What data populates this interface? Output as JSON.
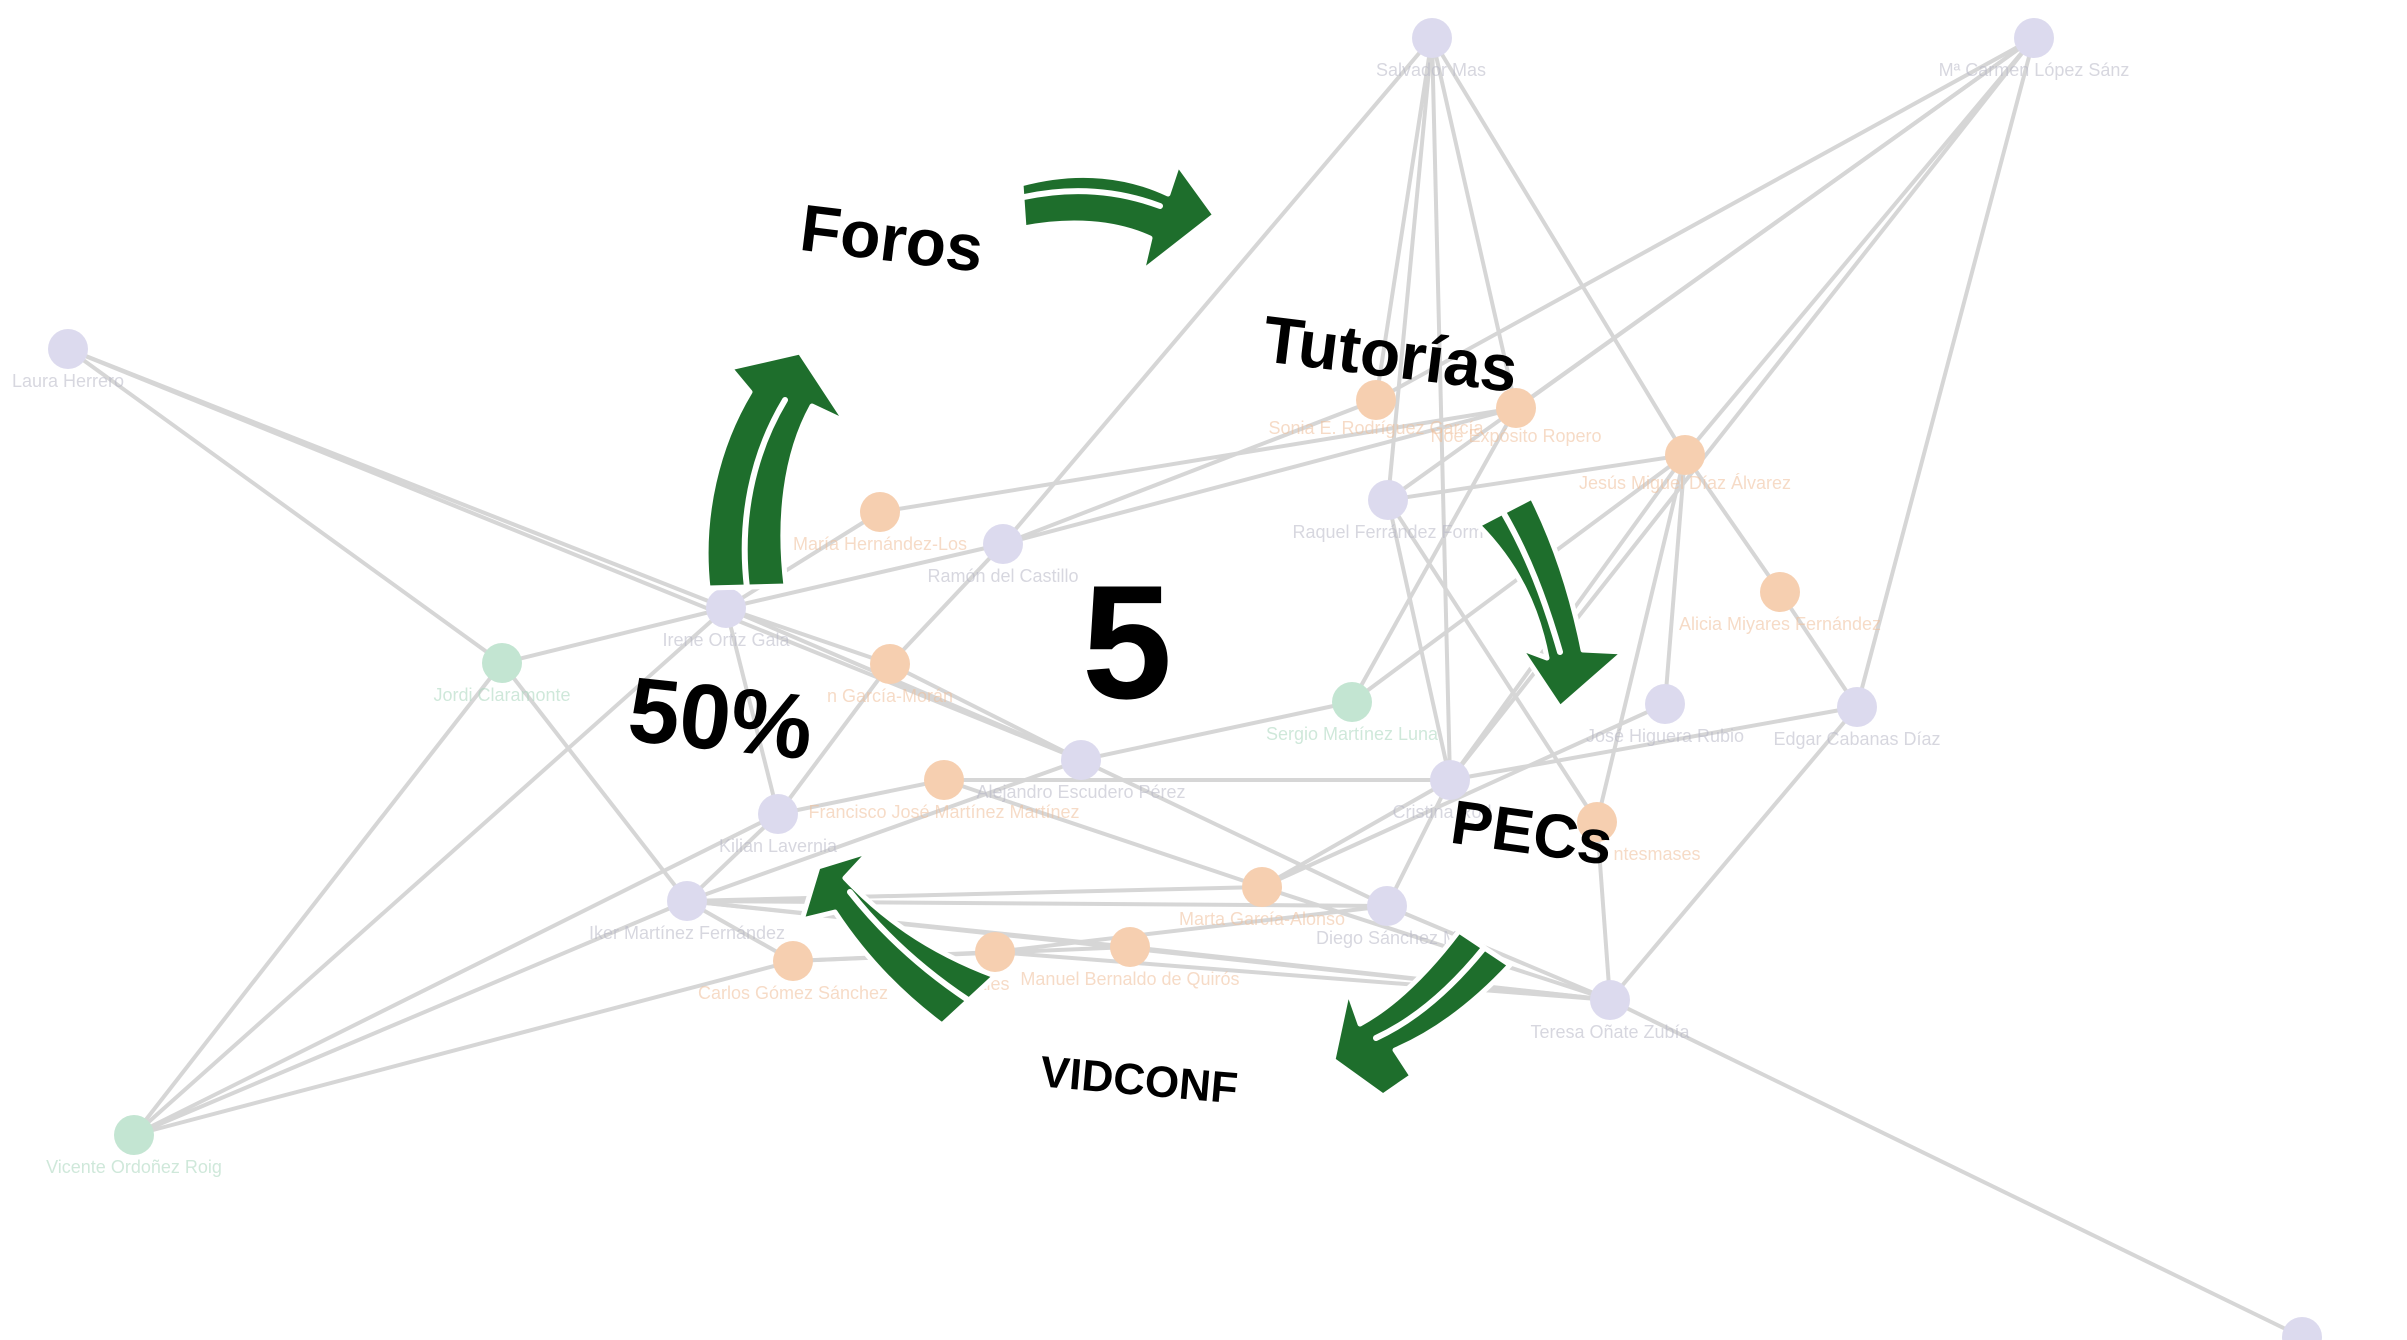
{
  "colors": {
    "edge": "#d6d6d6",
    "arrow_fill": "#1e6e2c",
    "arrow_stroke": "#ffffff",
    "node_groups": {
      "lavender": "#dcdaee",
      "orange": "#f6cfb0",
      "green": "#c3e5d2"
    },
    "label_groups": {
      "lavender": "#b7b7c6",
      "orange": "#f0bf9a",
      "green": "#a9d6bd"
    }
  },
  "network": {
    "nodes": [
      {
        "id": "salvador",
        "label": "Salvador Mas",
        "group": "lavender"
      },
      {
        "id": "mcarmen",
        "label": "Mª Carmen López Sánz",
        "group": "lavender"
      },
      {
        "id": "laura",
        "label": "Laura Herrero",
        "group": "lavender"
      },
      {
        "id": "sonia",
        "label": "Sonia E. Rodríguez García",
        "group": "orange"
      },
      {
        "id": "noe",
        "label": "Noé Expósito Ropero",
        "group": "orange"
      },
      {
        "id": "jesus",
        "label": "Jesús Miguel Díaz Álvarez",
        "group": "orange"
      },
      {
        "id": "raquel",
        "label": "Raquel Ferrández Form",
        "group": "lavender"
      },
      {
        "id": "maria",
        "label": "María Hernández-Los",
        "group": "orange"
      },
      {
        "id": "ramon",
        "label": "Ramón del Castillo",
        "group": "lavender"
      },
      {
        "id": "alicia",
        "label": "Alicia Miyares Fernández",
        "group": "orange"
      },
      {
        "id": "irene",
        "label": "Irene Ortiz Gala",
        "group": "lavender"
      },
      {
        "id": "jordi",
        "label": "Jordi Claramonte",
        "group": "green"
      },
      {
        "id": "garciamoran",
        "label": "n García-Morán",
        "group": "orange"
      },
      {
        "id": "sergio",
        "label": "Sergio Martínez Luna",
        "group": "green"
      },
      {
        "id": "josehiguera",
        "label": "José Higuera Rubio",
        "group": "lavender"
      },
      {
        "id": "edgar",
        "label": "Edgar Cabanas Díaz",
        "group": "lavender"
      },
      {
        "id": "alejandro",
        "label": "Alejandro Escudero Pérez",
        "group": "lavender"
      },
      {
        "id": "francisco",
        "label": "Francisco José Martínez Martínez",
        "group": "orange"
      },
      {
        "id": "cristina",
        "label": "Cristina Rod",
        "group": "lavender"
      },
      {
        "id": "fuentesmases",
        "label": "ntesmases",
        "group": "orange"
      },
      {
        "id": "kilian",
        "label": "Kilian Lavernia",
        "group": "lavender"
      },
      {
        "id": "iker",
        "label": "Iker Martínez Fernández",
        "group": "lavender"
      },
      {
        "id": "marta",
        "label": "Marta García-Alonso",
        "group": "orange"
      },
      {
        "id": "diego",
        "label": "Diego Sánchez M",
        "group": "lavender"
      },
      {
        "id": "carlos",
        "label": "Carlos Gómez Sánchez",
        "group": "orange"
      },
      {
        "id": "morales",
        "label": "go Morales",
        "group": "orange"
      },
      {
        "id": "bernaldo",
        "label": "Manuel Bernaldo de Quirós",
        "group": "orange"
      },
      {
        "id": "teresa",
        "label": "Teresa Oñate Zubía",
        "group": "lavender"
      },
      {
        "id": "vicente",
        "label": "Vicente Ordoñez Roig",
        "group": "green"
      },
      {
        "id": "bottomright",
        "label": "",
        "group": "lavender"
      }
    ],
    "edges": [
      [
        "salvador",
        "ramon"
      ],
      [
        "salvador",
        "sonia"
      ],
      [
        "salvador",
        "raquel"
      ],
      [
        "salvador",
        "noe"
      ],
      [
        "salvador",
        "jesus"
      ],
      [
        "salvador",
        "cristina"
      ],
      [
        "mcarmen",
        "noe"
      ],
      [
        "mcarmen",
        "sonia"
      ],
      [
        "mcarmen",
        "jesus"
      ],
      [
        "mcarmen",
        "edgar"
      ],
      [
        "mcarmen",
        "cristina"
      ],
      [
        "mcarmen",
        "raquel"
      ],
      [
        "laura",
        "irene"
      ],
      [
        "laura",
        "jordi"
      ],
      [
        "laura",
        "alejandro"
      ],
      [
        "irene",
        "ramon"
      ],
      [
        "irene",
        "maria"
      ],
      [
        "irene",
        "garciamoran"
      ],
      [
        "irene",
        "kilian"
      ],
      [
        "irene",
        "alejandro"
      ],
      [
        "ramon",
        "garciamoran"
      ],
      [
        "ramon",
        "noe"
      ],
      [
        "ramon",
        "sonia"
      ],
      [
        "maria",
        "noe"
      ],
      [
        "jordi",
        "irene"
      ],
      [
        "jordi",
        "iker"
      ],
      [
        "garciamoran",
        "alejandro"
      ],
      [
        "garciamoran",
        "kilian"
      ],
      [
        "alejandro",
        "sergio"
      ],
      [
        "alejandro",
        "diego"
      ],
      [
        "alejandro",
        "iker"
      ],
      [
        "sergio",
        "jesus"
      ],
      [
        "sergio",
        "noe"
      ],
      [
        "jesus",
        "cristina"
      ],
      [
        "jesus",
        "alicia"
      ],
      [
        "jesus",
        "fuentesmases"
      ],
      [
        "jesus",
        "raquel"
      ],
      [
        "jesus",
        "josehiguera"
      ],
      [
        "raquel",
        "fuentesmases"
      ],
      [
        "raquel",
        "cristina"
      ],
      [
        "edgar",
        "cristina"
      ],
      [
        "edgar",
        "teresa"
      ],
      [
        "edgar",
        "alicia"
      ],
      [
        "cristina",
        "marta"
      ],
      [
        "cristina",
        "diego"
      ],
      [
        "cristina",
        "francisco"
      ],
      [
        "kilian",
        "iker"
      ],
      [
        "kilian",
        "vicente"
      ],
      [
        "kilian",
        "francisco"
      ],
      [
        "iker",
        "marta"
      ],
      [
        "iker",
        "diego"
      ],
      [
        "iker",
        "bernaldo"
      ],
      [
        "iker",
        "teresa"
      ],
      [
        "iker",
        "vicente"
      ],
      [
        "iker",
        "carlos"
      ],
      [
        "marta",
        "teresa"
      ],
      [
        "marta",
        "josehiguera"
      ],
      [
        "diego",
        "teresa"
      ],
      [
        "diego",
        "morales"
      ],
      [
        "carlos",
        "morales"
      ],
      [
        "carlos",
        "bernaldo"
      ],
      [
        "carlos",
        "vicente"
      ],
      [
        "morales",
        "teresa"
      ],
      [
        "bernaldo",
        "teresa"
      ],
      [
        "teresa",
        "bottomright"
      ],
      [
        "teresa",
        "fuentesmases"
      ],
      [
        "vicente",
        "jordi"
      ],
      [
        "vicente",
        "irene"
      ],
      [
        "francisco",
        "marta"
      ],
      [
        "francisco",
        "cristina"
      ]
    ]
  },
  "cycle": {
    "center_number": "5",
    "percent": "50%",
    "steps": [
      "Foros",
      "Tutorías",
      "PECs",
      "VIDCONF"
    ]
  }
}
